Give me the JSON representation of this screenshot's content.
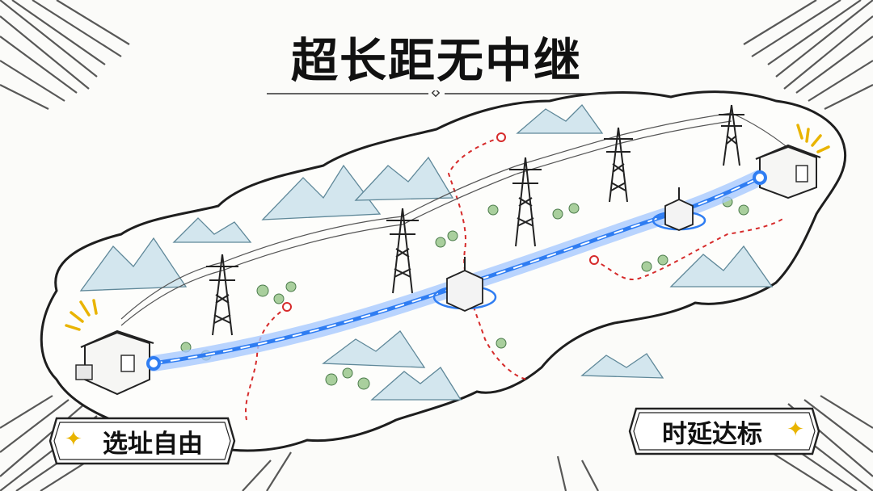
{
  "title": "超长距无中继",
  "labels": {
    "left": "选址自由",
    "right": "时延达标"
  },
  "icons": {
    "left_tag": "sparkle-icon",
    "right_tag": "sparkle-icon"
  },
  "colors": {
    "fiber": "#2f7df2",
    "route": "#d62b2b",
    "sparkle": "#e9b400",
    "mountain": "#8fb6c8"
  }
}
